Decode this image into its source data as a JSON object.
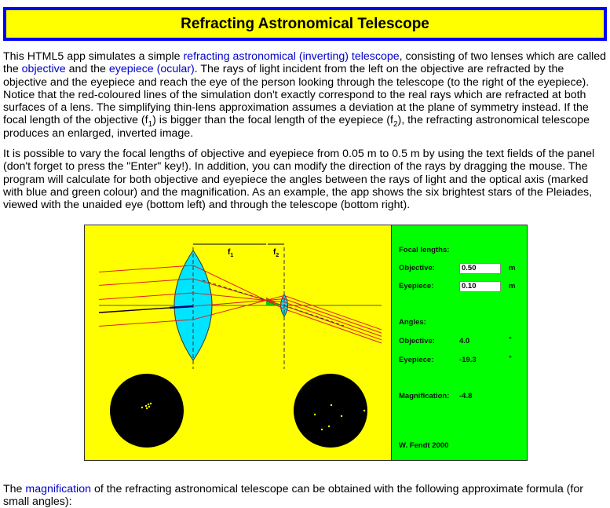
{
  "title": "Refracting Astronomical Telescope",
  "intro": {
    "t1": "This HTML5 app simulates a simple ",
    "link1": "refracting astronomical (inverting) telescope",
    "t2": ", consisting of two lenses which are called the ",
    "link2": "objective",
    "t3": " and the ",
    "link3": "eyepiece (ocular)",
    "t4": ". The rays of light incident from the left on the objective are refracted by the objective and the eyepiece and reach the eye of the person looking through the telescope (to the right of the eyepiece). Notice that the red-coloured lines of the simulation don't exactly correspond to the real rays which are refracted at both surfaces of a lens. The simplifying thin-lens approximation assumes a deviation at the plane of symmetry instead. If the focal length of the objective (f",
    "sub1": "1",
    "t5": ") is bigger than the focal length of the eyepiece (f",
    "sub2": "2",
    "t6": "), the refracting astronomical telescope produces an enlarged, inverted image."
  },
  "instructions": "It is possible to vary the focal lengths of objective and eyepiece from 0.05 m to 0.5 m by using the text fields of the panel (don't forget to press the \"Enter\" key!). In addition, you can modify the direction of the rays by dragging the mouse. The program will calculate for both objective and eyepiece the angles between the rays of light and the optical axis (marked with blue and green colour) and the magnification. As an example, the app shows the six brightest stars of the Pleiades, viewed with the unaided eye (bottom left) and through the telescope (bottom right).",
  "footer": {
    "t1": "The ",
    "link": "magnification",
    "t2": " of the refracting astronomical telescope can be obtained with the following approximate formula (for small angles):"
  },
  "diagram": {
    "f1_label": "f",
    "f1_sub": "1",
    "f2_label": "f",
    "f2_sub": "2"
  },
  "panel": {
    "focal_heading": "Focal lengths:",
    "objective_label": "Objective:",
    "objective_value": "0.50",
    "eyepiece_label": "Eyepiece:",
    "eyepiece_value": "0.10",
    "unit": "m",
    "angles_heading": "Angles:",
    "objective_angle_label": "Objective:",
    "objective_angle": "4.0",
    "eyepiece_angle_label": "Eyepiece:",
    "eyepiece_angle": "-19.3",
    "degree": "°",
    "magnification_label": "Magnification:",
    "magnification": "-4.8",
    "credit": "W. Fendt 2000"
  },
  "colors": {
    "lens": "#00e5ff",
    "ray": "#e02020",
    "panel": "#00ff00",
    "canvas": "#ffff00",
    "title_border": "#0000ff"
  }
}
